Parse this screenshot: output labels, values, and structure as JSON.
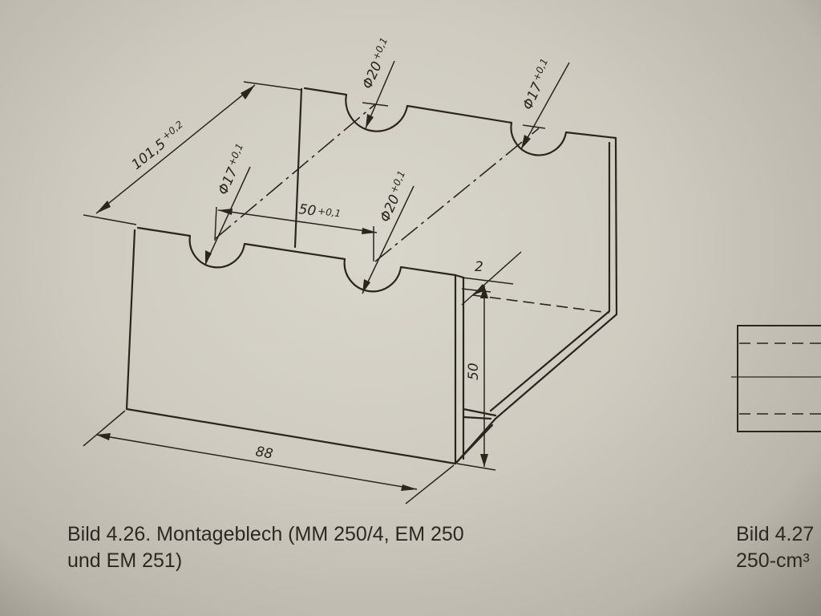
{
  "figure": {
    "dimensions": {
      "length_diag": "101,5",
      "length_diag_tol": "+0,2",
      "hole_left_front": "Φ17",
      "hole_left_front_tol": "+0,1",
      "hole_mid_back": "Φ20",
      "hole_mid_back_tol": "+0,1",
      "hole_right_back": "Φ17",
      "hole_right_back_tol": "+0,1",
      "hole_mid_front": "Φ20",
      "hole_mid_front_tol": "+0,1",
      "spacing": "50",
      "spacing_tol": "+0,1",
      "thickness": "2",
      "height": "50",
      "width": "88"
    }
  },
  "caption": {
    "line1": "Bild 4.26.  Montageblech (MM 250/4, EM 250",
    "line2": "und EM 251)"
  },
  "side_caption": {
    "line1": "Bild 4.27",
    "line2": "250-cm³"
  },
  "colors": {
    "ink": "#2b241f",
    "paper": "#d4d1c7"
  }
}
